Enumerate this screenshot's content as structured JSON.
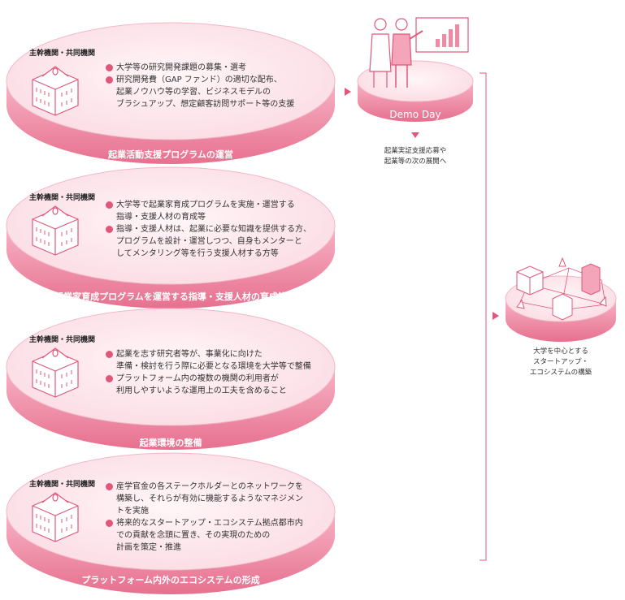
{
  "sections": [
    {
      "header": "主幹機関・共同機関",
      "rim_label": "起業活動支援プログラムの運営",
      "bullets": [
        {
          "lines": [
            "大学等の研究開発課題の募集・選考"
          ]
        },
        {
          "lines": [
            "研究開発費（GAP ファンド）の適切な配布、",
            "起業ノウハウ等の学習、ビジネスモデルの",
            "ブラシュアップ、想定顧客訪問サポート等の支援"
          ]
        }
      ]
    },
    {
      "header": "主幹機関・共同機関",
      "rim_label": "起業家育成プログラムを運営する指導・支援人材の育成等",
      "bullets": [
        {
          "lines": [
            "大学等で起業家育成プログラムを実施・運営する",
            "指導・支援人材の育成等"
          ]
        },
        {
          "lines": [
            "指導・支援人材は、起業に必要な知識を提供する方、",
            "プログラムを設計・運営しつつ、自身もメンターと",
            "してメンタリング等を行う支援人材する方等"
          ]
        }
      ]
    },
    {
      "header": "主幹機関・共同機関",
      "rim_label": "起業環境の整備",
      "bullets": [
        {
          "lines": [
            "起業を志す研究者等が、事業化に向けた",
            "準備・検討を行う際に必要となる環境を大学等で整備"
          ]
        },
        {
          "lines": [
            "プラットフォーム内の複数の機関の利用者が",
            "利用しやすいような運用上の工夫を含めること"
          ]
        }
      ]
    },
    {
      "header": "主幹機関・共同機関",
      "rim_label": "プラットフォーム内外のエコシステムの形成",
      "bullets": [
        {
          "lines": [
            "産学官金の各ステークホルダーとのネットワークを",
            "構築し、それらが有効に機能するようなマネジメン",
            "トを実施"
          ]
        },
        {
          "lines": [
            "将来的なスタートアップ・エコシステム拠点都市内",
            "での貢献を念頭に置き、その実現のための",
            "計画を策定・推進"
          ]
        }
      ]
    }
  ],
  "demo_day": {
    "label": "Demo Day",
    "caption_lines": [
      "起業実証支援応募や",
      "起業等の次の展開へ"
    ]
  },
  "ecosystem": {
    "caption_lines": [
      "大学を中心とする",
      "スタートアップ・",
      "エコシステムの構築"
    ]
  },
  "colors": {
    "accent": "#e1577a",
    "disc_top": "#fde6ec",
    "disc_rim": "#ef8ca6",
    "icon_line": "#e1577a"
  }
}
